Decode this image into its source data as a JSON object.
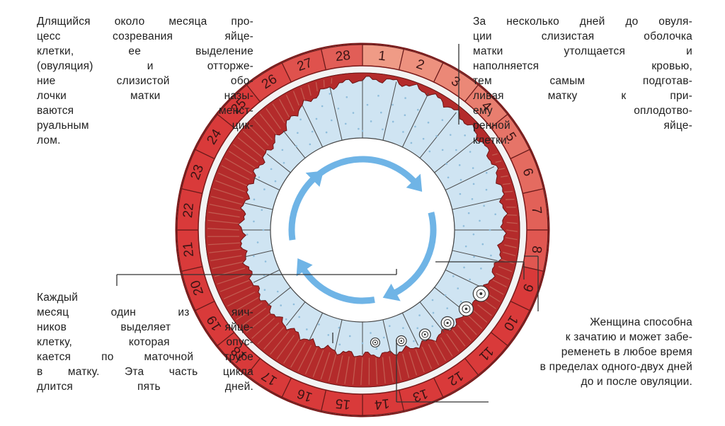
{
  "notes": {
    "top_left": [
      "Длящийся около месяца про-",
      "цесс созревания яйце-",
      "клетки, ее выделение",
      "(овуляция) и отторже-",
      "ние слизистой обо-",
      "лочки матки назы-",
      "ваются менст-",
      "руальным цик-",
      "лом."
    ],
    "top_right": [
      "За несколько дней до овуля-",
      "ции слизистая оболочка",
      "матки утолщается и",
      "наполняется кровью,",
      "тем самым подготав-",
      "ливая матку к при-",
      "ему оплодотво-",
      "ренной яйце-",
      "клетки."
    ],
    "bottom_left": [
      "Каждый",
      "месяц один из яич-",
      "ников выделяет яйце-",
      "клетку, которая опус-",
      "кается по маточной трубе",
      "в матку. Эта часть цикла",
      "длится пять дней."
    ],
    "bottom_right": [
      "Женщина способна",
      "к зачатию и может забе-",
      "ременеть в любое время",
      "в пределах одного-двух дней",
      "до и после овуляции."
    ]
  },
  "cycle": {
    "days": [
      "1",
      "2",
      "3",
      "4",
      "5",
      "6",
      "7",
      "8",
      "9",
      "10",
      "11",
      "12",
      "13",
      "14",
      "15",
      "16",
      "17",
      "18",
      "19",
      "20",
      "21",
      "22",
      "23",
      "24",
      "25",
      "26",
      "27",
      "28"
    ],
    "colors": {
      "ring_dark": "#d93a3a",
      "ring_light": "#ef9b86",
      "lining": "#b42b2b",
      "lining_light": "#c97060",
      "lumen": "#cfe4f2",
      "center": "#ffffff",
      "arrow": "#6fb4e6",
      "line": "#333333"
    },
    "lining_thickness_by_day": [
      0.15,
      0.12,
      0.12,
      0.16,
      0.2,
      0.26,
      0.32,
      0.38,
      0.44,
      0.5,
      0.56,
      0.62,
      0.68,
      0.72,
      0.76,
      0.78,
      0.8,
      0.82,
      0.84,
      0.85,
      0.86,
      0.86,
      0.86,
      0.85,
      0.82,
      0.7,
      0.45,
      0.25
    ],
    "egg_stage_sizes": [
      0.35,
      0.45,
      0.55,
      0.7,
      0.85,
      1.0
    ]
  }
}
